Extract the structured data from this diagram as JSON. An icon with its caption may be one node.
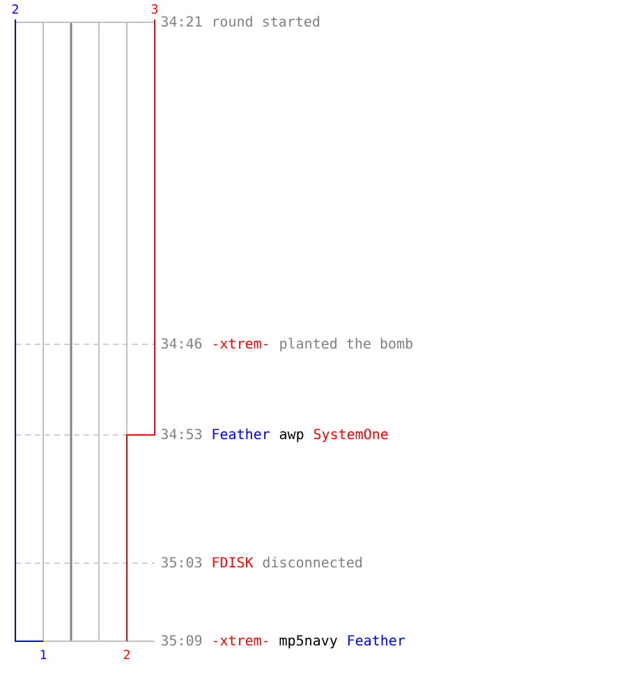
{
  "diagram": {
    "labels": [
      "2",
      "3",
      "34:21",
      "round started",
      "34:46",
      "-xtrem-",
      "planted the bomb",
      "34:53",
      "Feather",
      "awp",
      "SystemOne",
      "35:03",
      "FDISK",
      "disconnected",
      "35:09",
      "-xtrem-",
      "mp5navy",
      "Feather",
      "1",
      "2"
    ]
  }
}
